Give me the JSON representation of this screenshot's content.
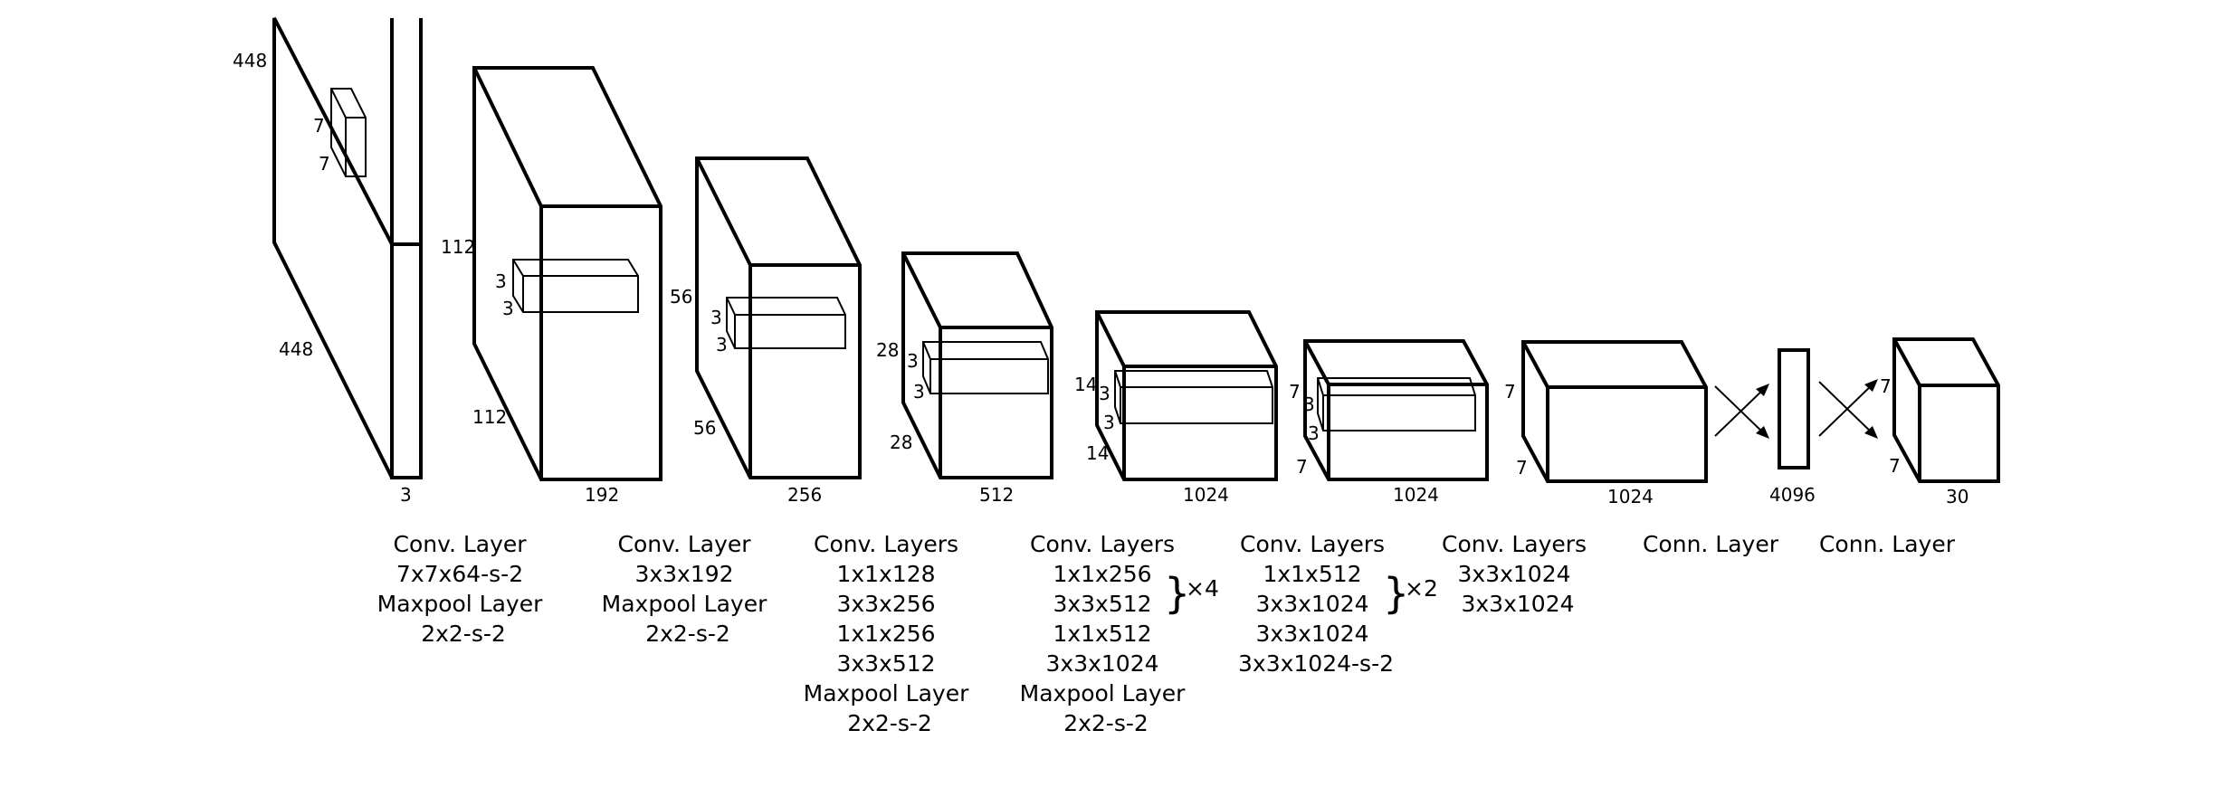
{
  "layers": [
    {
      "dims": {
        "height": "448",
        "depth": "448",
        "width": "3"
      },
      "kernel": {
        "a": "7",
        "b": "7"
      },
      "desc": [
        "Conv. Layer",
        "7x7x64-s-2",
        "Maxpool Layer",
        "2x2-s-2"
      ]
    },
    {
      "dims": {
        "height": "112",
        "depth": "112",
        "width": "192"
      },
      "kernel": {
        "a": "3",
        "b": "3"
      },
      "desc": [
        "Conv. Layer",
        "3x3x192",
        "Maxpool Layer",
        "2x2-s-2"
      ]
    },
    {
      "dims": {
        "height": "56",
        "depth": "56",
        "width": "256"
      },
      "kernel": {
        "a": "3",
        "b": "3"
      },
      "desc": [
        "Conv. Layers",
        "1x1x128",
        "3x3x256",
        "1x1x256",
        "3x3x512",
        "Maxpool Layer",
        "2x2-s-2"
      ]
    },
    {
      "dims": {
        "height": "28",
        "depth": "28",
        "width": "512"
      },
      "kernel": {
        "a": "3",
        "b": "3"
      },
      "desc": [
        "Conv. Layers",
        "1x1x256",
        "3x3x512",
        "1x1x512",
        "3x3x1024",
        "Maxpool Layer",
        "2x2-s-2"
      ],
      "repeat": "×4"
    },
    {
      "dims": {
        "height": "14",
        "depth": "14",
        "width": "1024"
      },
      "kernel": {
        "a": "3",
        "b": "3"
      },
      "desc": [
        "Conv. Layers",
        "1x1x512",
        "3x3x1024",
        "3x3x1024",
        "3x3x1024-s-2"
      ],
      "repeat": "×2"
    },
    {
      "dims": {
        "height": "7",
        "depth": "7",
        "width": "1024"
      },
      "kernel": {
        "a": "3",
        "b": "3"
      },
      "desc": [
        "Conv. Layers",
        "3x3x1024",
        "3x3x1024"
      ]
    },
    {
      "dims": {
        "height": "7",
        "depth": "7",
        "width": "1024"
      },
      "desc": [
        "Conn. Layer"
      ]
    },
    {
      "dims": {
        "width": "4096"
      },
      "desc": [
        "Conn. Layer"
      ]
    },
    {
      "dims": {
        "height": "7",
        "depth": "7",
        "width": "30"
      }
    }
  ]
}
